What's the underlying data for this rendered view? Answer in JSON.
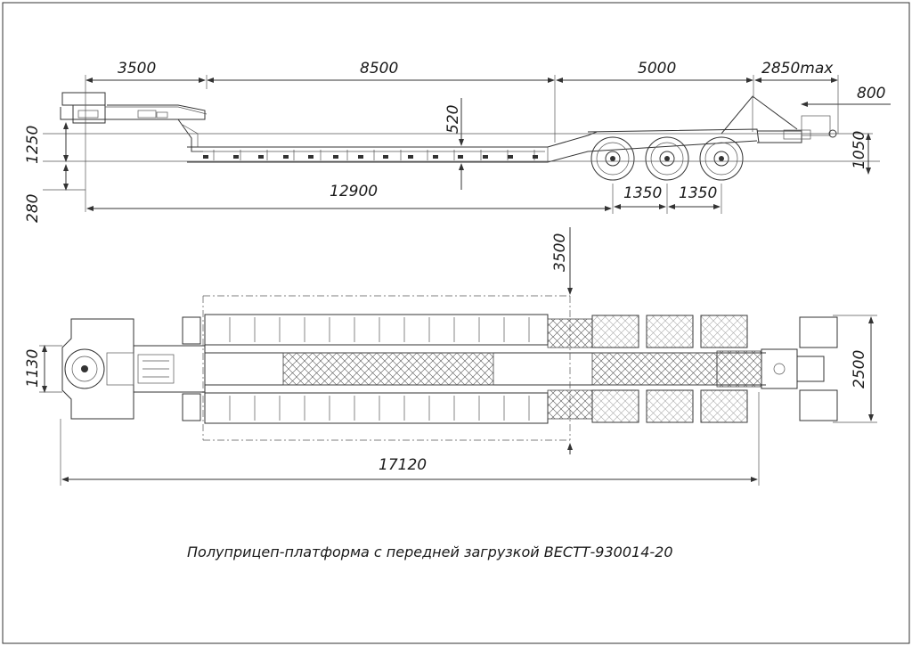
{
  "drawing": {
    "title": "Полуприцеп-платформа с передней загрузкой ВЕСТТ-930014-20",
    "side_view": {
      "dimensions": {
        "d3500": "3500",
        "d8500": "8500",
        "d5000": "5000",
        "d2850": "2850max",
        "d800": "800",
        "d520": "520",
        "d1250": "1250",
        "d280": "280",
        "d1050": "1050",
        "d12900": "12900",
        "d1350a": "1350",
        "d1350b": "1350"
      }
    },
    "top_view": {
      "dimensions": {
        "d3500": "3500",
        "d1130": "1130",
        "d2500": "2500",
        "d17120": "17120"
      }
    }
  }
}
